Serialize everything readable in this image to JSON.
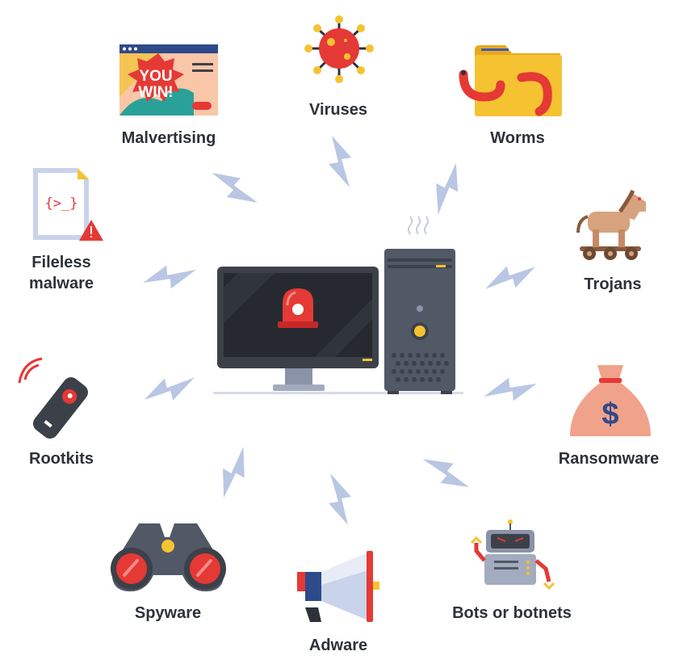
{
  "popup": {
    "line1": "YOU",
    "line2": "WIN!"
  },
  "fileless_code": "{>_}",
  "ransom_symbol": "$",
  "labels": {
    "malvertising": "Malvertising",
    "viruses": "Viruses",
    "worms": "Worms",
    "fileless_line1": "Fileless",
    "fileless_line2": "malware",
    "trojans": "Trojans",
    "rootkits": "Rootkits",
    "ransomware": "Ransomware",
    "spyware": "Spyware",
    "adware": "Adware",
    "bots": "Bots or botnets"
  },
  "colors": {
    "lightning": "#b9c6e4",
    "red": "#e53935",
    "dark": "#2d3238",
    "yellow": "#f5c232",
    "monitor": "#3c4149",
    "tower": "#515866"
  }
}
